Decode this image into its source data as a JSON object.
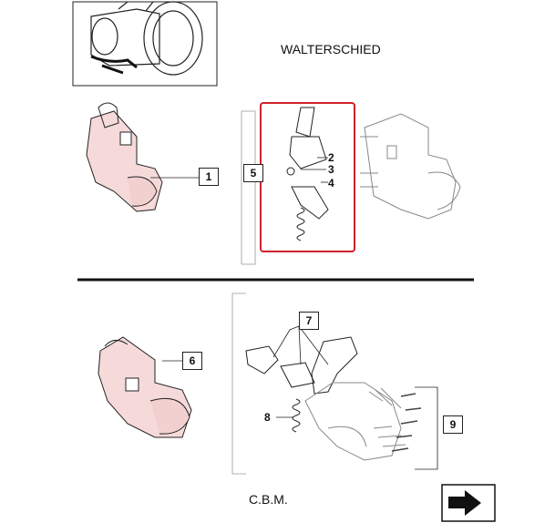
{
  "header": {
    "brand_caption": "WALTERSCHIED"
  },
  "footer": {
    "brand_caption": "C.B.M."
  },
  "callouts": {
    "c1": "1",
    "c2": "2",
    "c3": "3",
    "c4": "4",
    "c5": "5",
    "c6": "6",
    "c7": "7",
    "c8": "8",
    "c9": "9"
  },
  "icons": {
    "tractor": "tractor-thumbnail-icon",
    "next_page": "next-page-arrow-icon"
  },
  "colors": {
    "highlight": "#d0202a",
    "line": "#222222",
    "fill_tint": "#f6dada"
  }
}
